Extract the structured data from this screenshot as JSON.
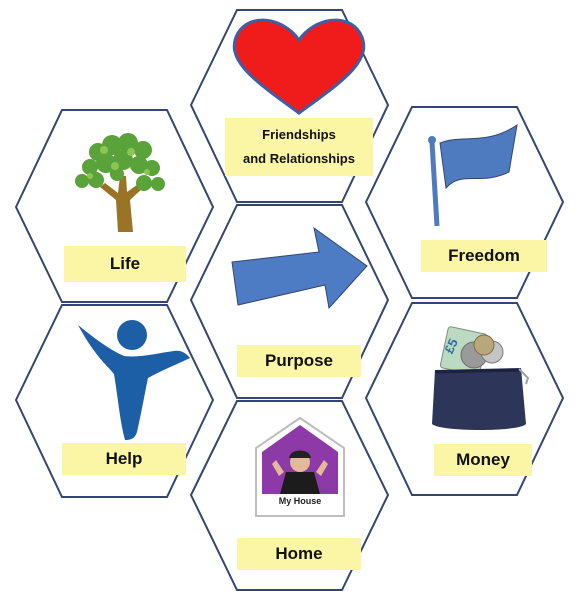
{
  "cells": [
    {
      "id": "friendships",
      "icon": "heart-icon",
      "label_line1": "Friendships",
      "label_line2": "and Relationships"
    },
    {
      "id": "life",
      "icon": "tree-icon",
      "label": "Life"
    },
    {
      "id": "freedom",
      "icon": "flag-icon",
      "label": "Freedom"
    },
    {
      "id": "purpose",
      "icon": "arrow-right-icon",
      "label": "Purpose"
    },
    {
      "id": "help",
      "icon": "person-reaching-icon",
      "label": "Help"
    },
    {
      "id": "money",
      "icon": "purse-with-money-icon",
      "label": "Money"
    },
    {
      "id": "home",
      "icon": "house-with-photo-icon",
      "label": "Home",
      "house_caption": "My House"
    }
  ],
  "colors": {
    "hex_border": "#34466f",
    "label_fill": "#fbf6a6",
    "heart": "#f01b1b",
    "heart_outline": "#3c5fa5",
    "flag": "#4e7bbf",
    "arrow": "#4d7cc4",
    "help_figure": "#1d5fa7",
    "house_roof": "#9c3bb0"
  }
}
